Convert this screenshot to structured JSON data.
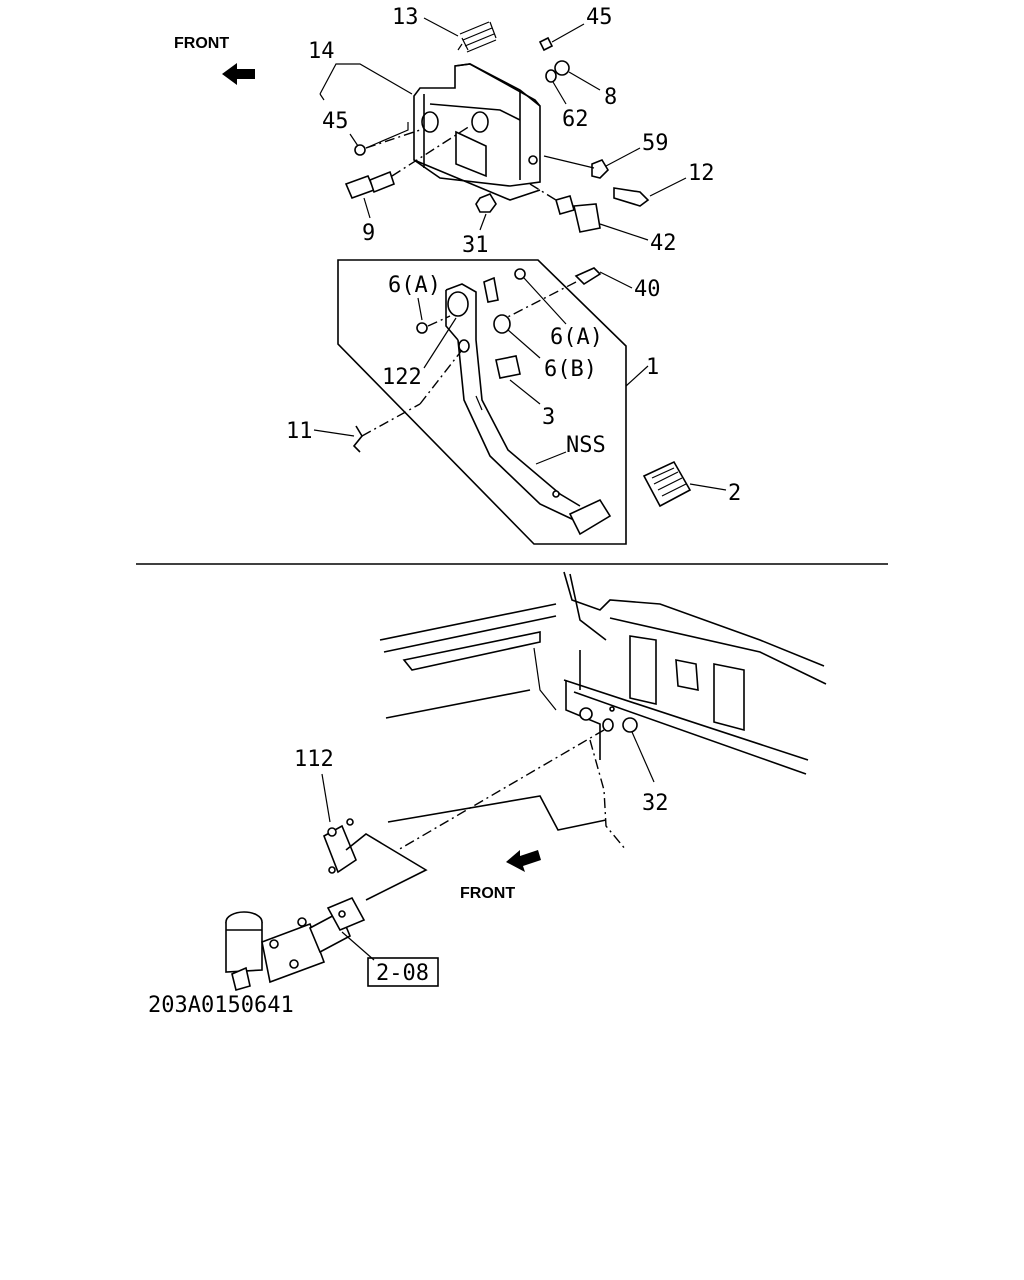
{
  "diagram_id": "203A0150641",
  "front_label_top": "FRONT",
  "front_label_bottom": "FRONT",
  "ref_box": "2-08",
  "callouts": {
    "p13": "13",
    "p45a": "45",
    "p14": "14",
    "p8": "8",
    "p45b": "45",
    "p62": "62",
    "p59": "59",
    "p12": "12",
    "p9": "9",
    "p31": "31",
    "p42": "42",
    "p6a_left": "6(A)",
    "p40": "40",
    "p6a_right": "6(A)",
    "p122": "122",
    "p6b": "6(B)",
    "p1": "1",
    "p3": "3",
    "p11": "11",
    "pNSS": "NSS",
    "p2": "2",
    "p112": "112",
    "p32": "32"
  },
  "colors": {
    "line": "#000000",
    "background": "#ffffff"
  }
}
